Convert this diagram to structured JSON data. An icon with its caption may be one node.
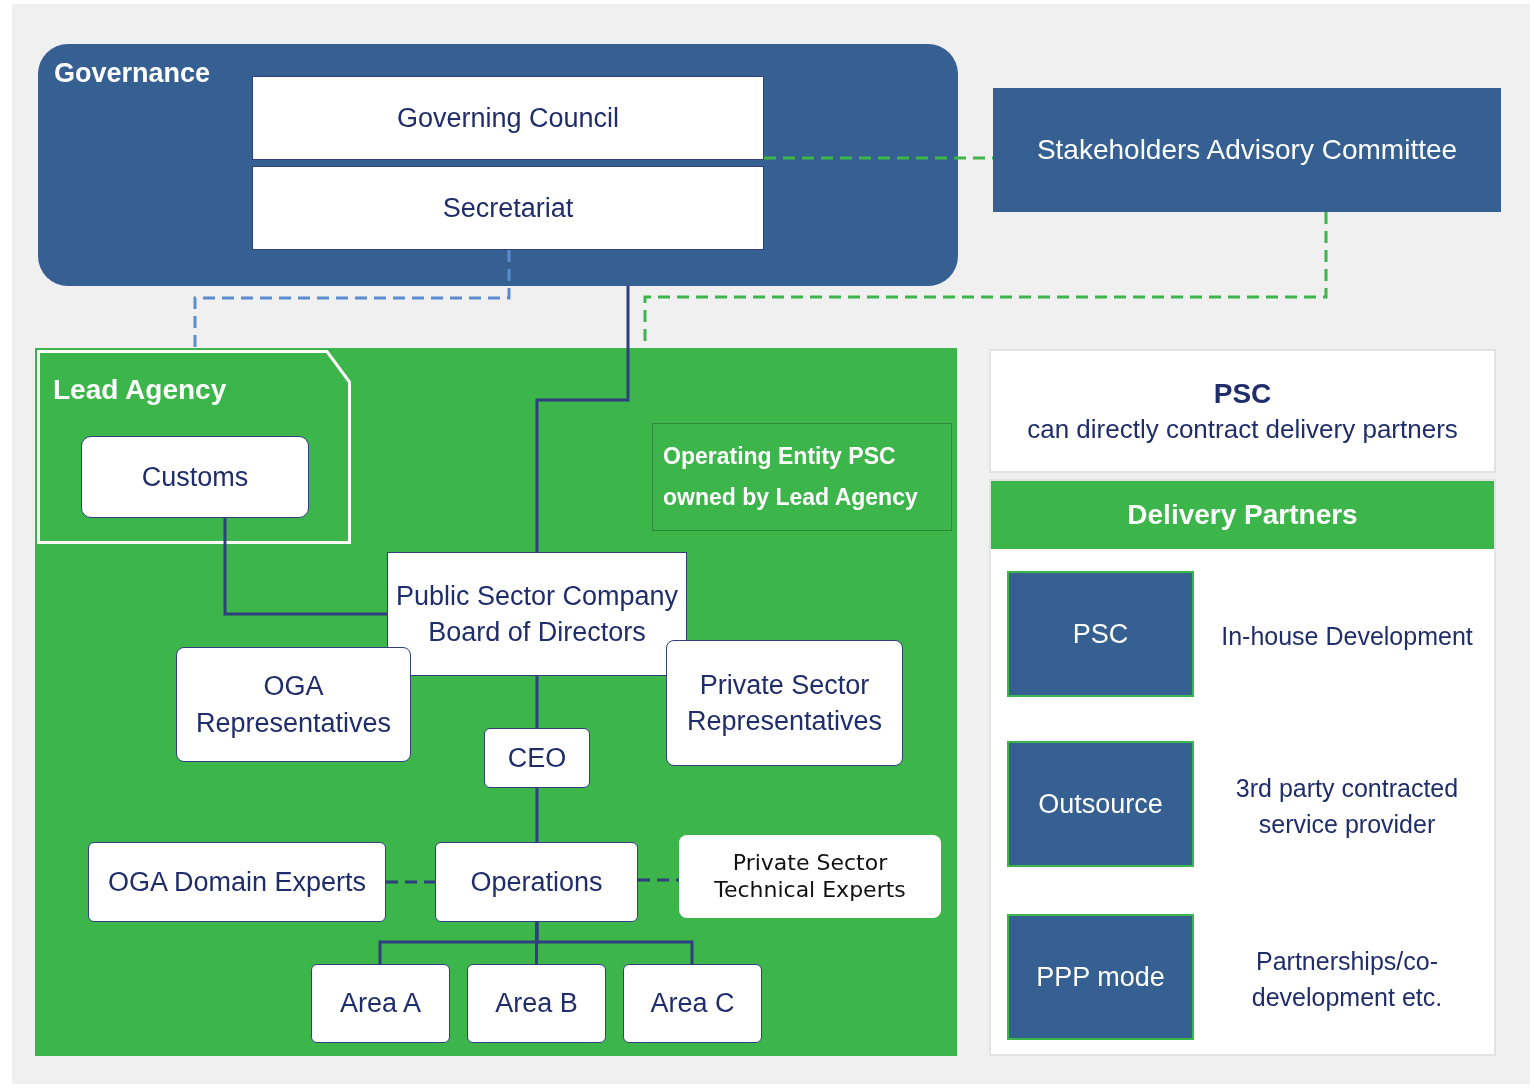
{
  "diagram": {
    "nodes": [
      {
        "text": [
          "Governance"
        ]
      },
      {
        "text": [
          "Governing Council"
        ],
        "in": 0
      },
      {
        "text": [
          "Secretariat"
        ],
        "in": 0
      },
      {
        "text": [
          "Stakeholders Advisory Committee"
        ]
      },
      {
        "text": [],
        "shape": "box"
      },
      {
        "text": [
          "Lead Agency"
        ],
        "in": 4
      },
      {
        "text": [
          "Customs"
        ],
        "in": 5
      },
      {
        "text": [
          "Operating Entity PSC owned by Lead Agency"
        ],
        "in": 4
      },
      {
        "text": [
          "Public Sector Company Board of Directors"
        ],
        "in": 4
      },
      {
        "text": [
          "OGA Representatives"
        ],
        "in": 4
      },
      {
        "text": [
          "Private Sector Representatives"
        ],
        "in": 4
      },
      {
        "text": [
          "CEO"
        ],
        "in": 4
      },
      {
        "text": [
          "OGA Domain Experts"
        ],
        "in": 4
      },
      {
        "text": [
          "Operations"
        ],
        "in": 4
      },
      {
        "text": [
          "Private Sector Technical Experts"
        ],
        "in": 4
      },
      {
        "text": [
          "Area A"
        ],
        "in": 4
      },
      {
        "text": [
          "Area B"
        ],
        "in": 4
      },
      {
        "text": [
          "Area C"
        ],
        "in": 4
      },
      {
        "text": [
          "PSC",
          "can directly contract delivery partners"
        ]
      },
      {
        "text": [
          "Delivery Partners"
        ]
      },
      {
        "text": [
          "PSC"
        ],
        "in": 19,
        "beside": [
          "In-house Development"
        ]
      },
      {
        "text": [
          "Outsource"
        ],
        "in": 19,
        "beside": [
          "3rd party contracted service provider"
        ]
      },
      {
        "text": [
          "PPP mode"
        ],
        "in": 19,
        "beside": [
          "Partnerships/co-development etc."
        ]
      }
    ],
    "edges": [
      {
        "from": 1,
        "to": 3,
        "arrow": "none",
        "style": "dashed",
        "color": "#3cb54a"
      },
      {
        "from": 3,
        "to": 4,
        "arrow": "none",
        "style": "dashed",
        "color": "#3cb54a"
      },
      {
        "from": 2,
        "to": 5,
        "arrow": "none",
        "style": "dashed",
        "color": "#5b8bd0"
      },
      {
        "from": 0,
        "to": 8,
        "arrow": "none"
      },
      {
        "from": 6,
        "to": 8,
        "arrow": "none"
      },
      {
        "from": 8,
        "to": 11,
        "arrow": "none"
      },
      {
        "from": 11,
        "to": 13,
        "arrow": "none"
      },
      {
        "from": 12,
        "to": 13,
        "arrow": "none",
        "style": "dashed"
      },
      {
        "from": 13,
        "to": 14,
        "arrow": "none",
        "style": "dashed"
      },
      {
        "from": 13,
        "to": 15,
        "arrow": "none"
      },
      {
        "from": 13,
        "to": 16,
        "arrow": "none"
      },
      {
        "from": 13,
        "to": 17,
        "arrow": "none"
      }
    ]
  }
}
